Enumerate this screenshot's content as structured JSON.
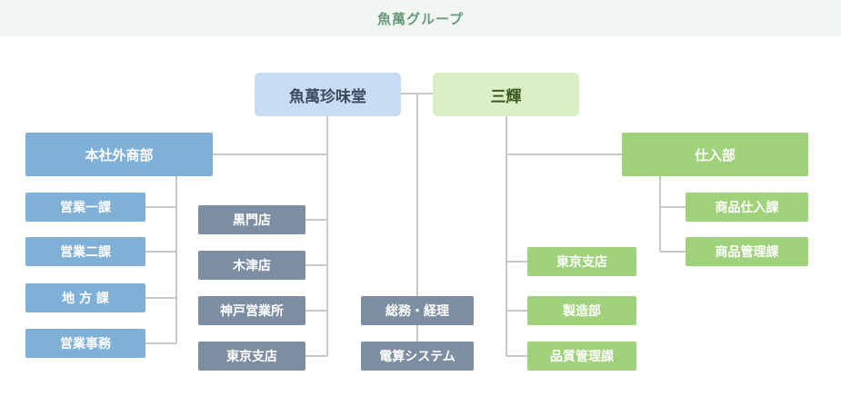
{
  "header": {
    "title": "魚萬グループ"
  },
  "companies": {
    "left": "魚萬珍味堂",
    "right": "三輝"
  },
  "left_division": {
    "title": "本社外商部",
    "sections": [
      "営業一課",
      "営業二課",
      "地 方 課",
      "営業事務"
    ]
  },
  "left_stores": [
    "黒門店",
    "木津店",
    "神戸営業所",
    "東京支店"
  ],
  "shared": [
    "総務・経理",
    "電算システム"
  ],
  "right_units": [
    "東京支店",
    "製造部",
    "品質管理課"
  ],
  "right_division": {
    "title": "仕入部",
    "sections": [
      "商品仕入課",
      "商品管理課"
    ]
  },
  "colors": {
    "header_bg": "#f2f6f2",
    "header_text": "#6c9a7c",
    "line": "#c8c8c8",
    "company_left": "#c8ddf2",
    "company_right": "#d9f0c7",
    "blue": "#7fb0d8",
    "green": "#9fd27a",
    "slate": "#7c8ea1"
  }
}
